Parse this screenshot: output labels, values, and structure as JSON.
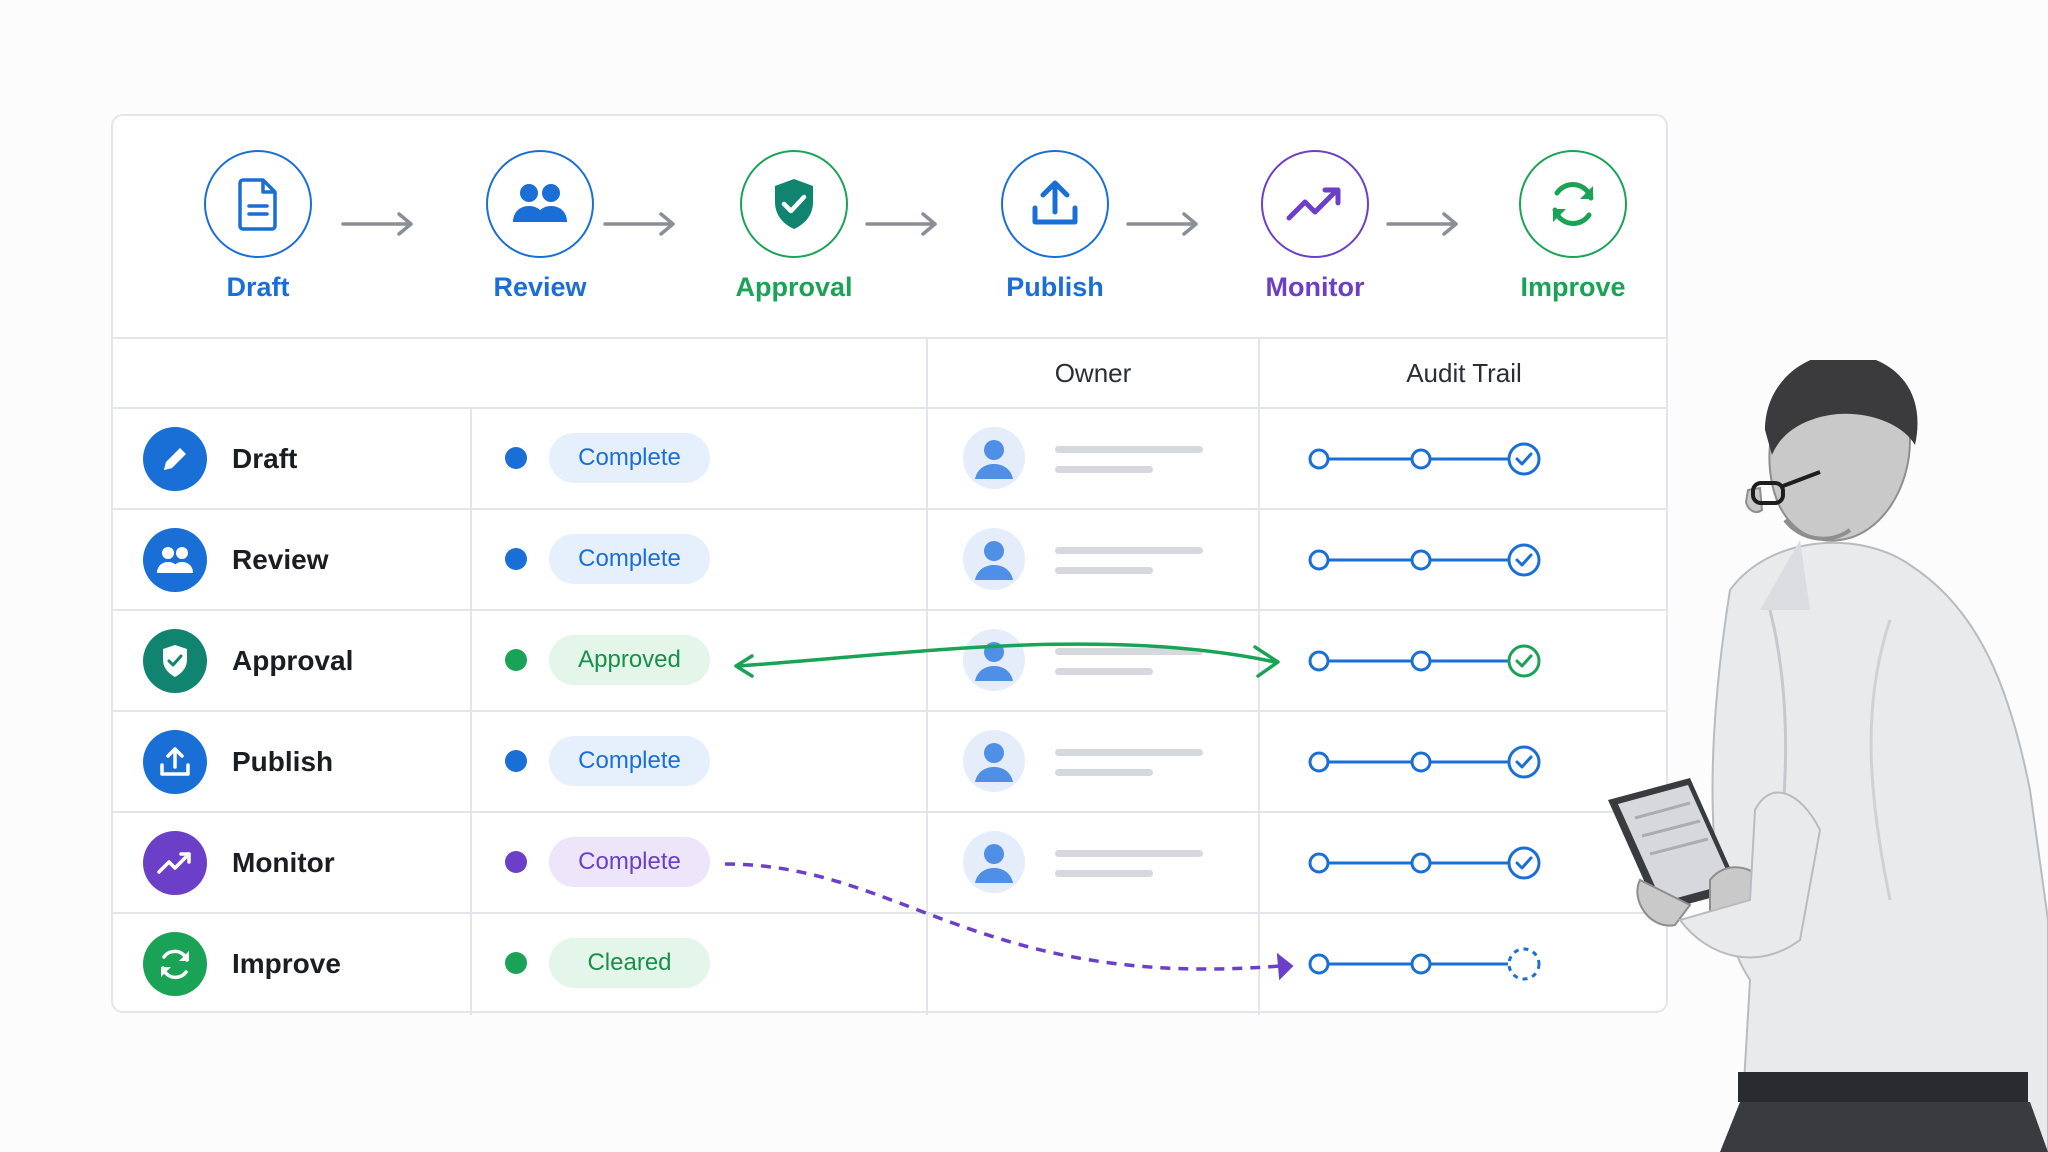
{
  "flow": {
    "steps": [
      {
        "label": "Draft",
        "color": "#1a6fd6",
        "icon": "document-icon"
      },
      {
        "label": "Review",
        "color": "#1a6fd6",
        "icon": "people-icon"
      },
      {
        "label": "Approval",
        "color": "#1aa356",
        "icon": "shield-check-icon"
      },
      {
        "label": "Publish",
        "color": "#1a6fd6",
        "icon": "upload-icon"
      },
      {
        "label": "Monitor",
        "color": "#6b3fc7",
        "icon": "trend-icon"
      },
      {
        "label": "Improve",
        "color": "#1aa356",
        "icon": "refresh-icon"
      }
    ]
  },
  "table": {
    "headers": {
      "owner": "Owner",
      "audit": "Audit Trail"
    },
    "rows": [
      {
        "name": "Draft",
        "status": "Complete",
        "color": "#1a6fd6",
        "pill_bg": "#e6effc",
        "icon": "pencil-icon",
        "final_step": "checked"
      },
      {
        "name": "Review",
        "status": "Complete",
        "color": "#1a6fd6",
        "pill_bg": "#e6effc",
        "icon": "people-icon",
        "final_step": "checked"
      },
      {
        "name": "Approval",
        "status": "Approved",
        "color": "#1aa356",
        "pill_bg": "#e4f6ea",
        "icon": "shield-check-icon",
        "final_step": "checked-green"
      },
      {
        "name": "Publish",
        "status": "Complete",
        "color": "#1a6fd6",
        "pill_bg": "#e6effc",
        "icon": "upload-icon",
        "final_step": "checked"
      },
      {
        "name": "Monitor",
        "status": "Complete",
        "color": "#6b3fc7",
        "pill_bg": "#ede6fa",
        "icon": "trend-icon",
        "final_step": "checked"
      },
      {
        "name": "Improve",
        "status": "Cleared",
        "color": "#1aa356",
        "pill_bg": "#e4f6ea",
        "icon": "refresh-icon",
        "final_step": "pending"
      }
    ]
  },
  "colors": {
    "blue": "#1a6fd6",
    "green": "#1aa356",
    "purple": "#6b3fc7",
    "border": "#e2e5ea"
  }
}
